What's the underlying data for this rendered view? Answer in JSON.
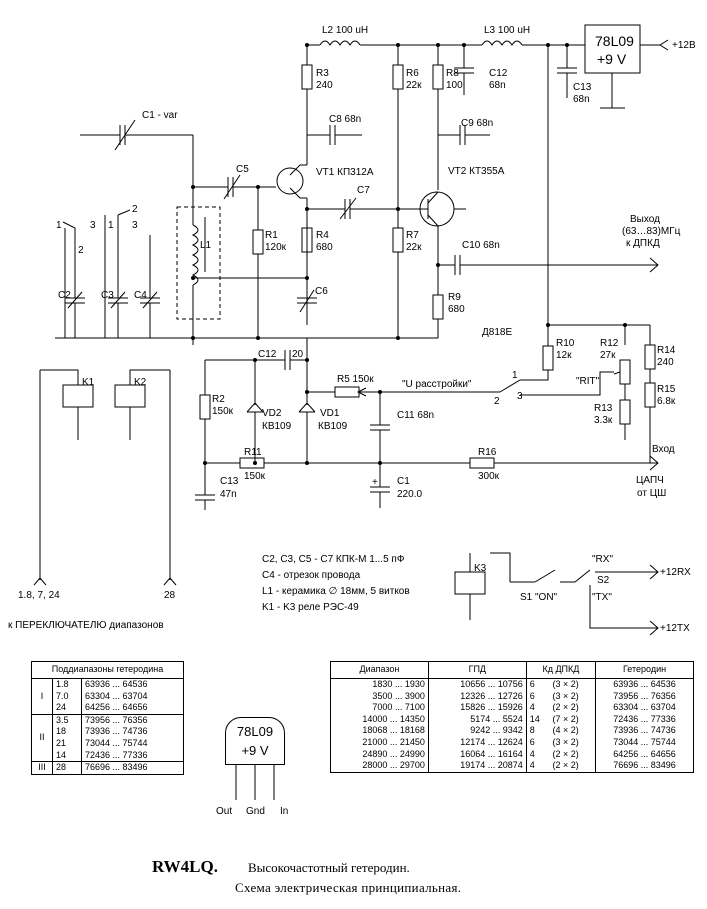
{
  "labels": {
    "L2": "L2  100 uH",
    "L3": "L3  100 uH",
    "reg_box_1": "78L09",
    "reg_box_2": "+9  V",
    "supply": "+12В",
    "R3": "R3",
    "R3v": "240",
    "R6": "R6",
    "R6v": "22к",
    "R8": "R8",
    "R8v": "100",
    "C12": "C12",
    "C12v": "68n",
    "C13": "C13",
    "C13v": "68n",
    "C1var": "C1 - var",
    "C8": "C8  68n",
    "C9": "C9  68n",
    "C5": "C5",
    "VT1": "VT1   КП312А",
    "VT2": "VT2   КТ355А",
    "C7": "C7",
    "R1": "R1",
    "R1v": "120к",
    "R4": "R4",
    "R4v": "680",
    "R7": "R7",
    "R7v": "22к",
    "L1": "L1",
    "C2": "C2",
    "C3": "C3",
    "C4": "C4",
    "C6": "C6",
    "sw1_1": "1",
    "sw1_2": "2",
    "sw1_3": "3",
    "sw2_1": "1",
    "sw2_2": "2",
    "sw2_3": "3",
    "out1": "Выход",
    "out2": "(63…83)МГц",
    "out3": "к ДПКД",
    "C10": "C10  68n",
    "R9": "R9",
    "R9v": "680",
    "D818": "Д818Е",
    "C12b": "C12",
    "C12bv": "20",
    "R2": "R2",
    "R2v": "150к",
    "VD2": "VD2",
    "VD2v": "КВ109",
    "VD1": "VD1",
    "VD1v": "КВ109",
    "R5": "R5  150к",
    "Urast": "\"U расстройки\"",
    "C11": "C11  68n",
    "R10": "R10",
    "R10v": "12к",
    "R12": "R12",
    "R12v": "27к",
    "RIT": "\"RIT\"",
    "R13": "R13",
    "R13v": "3.3к",
    "R14": "R14",
    "R14v": "240",
    "R15": "R15",
    "R15v": "6.8к",
    "K1": "K1",
    "K2": "K2",
    "K3": "K3",
    "R11": "R11",
    "R11v": "150к",
    "R16": "R16",
    "R16v": "300к",
    "C13b": "C13",
    "C13bv": "47n",
    "C1": "C1",
    "C1v": "220.0",
    "in1": "Вход",
    "in2": "ЦАПЧ",
    "in3": "от ЦШ",
    "pins_left": "1.8, 7, 24",
    "pins_right": "28",
    "switch_label": "к ПЕРЕКЛЮЧАТЕЛЮ  диапазонов",
    "S1": "S1  \"ON\"",
    "S2": "S2",
    "RX": "\"RX\"",
    "TX": "\"TX\"",
    "p12rx": "+12RX",
    "p12tx": "+12TX"
  },
  "notes": [
    "C2, C3, C5 - C7    КПК-М  1...5 пФ",
    "C4 - отрезок провода",
    "L1 - керамика  ∅  18мм,  5 витков",
    "K1 - K3    реле  РЭС-49"
  ],
  "table1": {
    "header": "Поддиапазоны  гетеродина",
    "groups": [
      {
        "group": "I",
        "rows": [
          [
            "1.8",
            "63936 ... 64536"
          ],
          [
            "7.0",
            "63304 ... 63704"
          ],
          [
            "24",
            "64256 ... 64656"
          ]
        ]
      },
      {
        "group": "II",
        "rows": [
          [
            "3.5",
            "73956 ... 76356"
          ],
          [
            "18",
            "73936 ... 74736"
          ],
          [
            "21",
            "73044 ... 75744"
          ],
          [
            "14",
            "72436 ... 77336"
          ]
        ]
      },
      {
        "group": "III",
        "rows": [
          [
            "28",
            "76696 ... 83496"
          ]
        ]
      }
    ]
  },
  "table2": {
    "headers": [
      "Диапазон",
      "ГПД",
      "Кд  ДПКД",
      "Гетеродин"
    ],
    "rows": [
      [
        "1830  ...  1930",
        "10656 ... 10756",
        "6",
        "(3 × 2)",
        "63936 ... 64536"
      ],
      [
        "3500  ...  3900",
        "12326 ... 12726",
        "6",
        "(3 × 2)",
        "73956 ... 76356"
      ],
      [
        "7000  ...  7100",
        "15826 ... 15926",
        "4",
        "(2 × 2)",
        "63304 ... 63704"
      ],
      [
        "14000 ... 14350",
        "5174 ...   5524",
        "14",
        "(7 × 2)",
        "72436 ... 77336"
      ],
      [
        "18068 ... 18168",
        "9242 ...   9342",
        "8",
        "(4 × 2)",
        "73936 ... 74736"
      ],
      [
        "21000 ... 21450",
        "12174 ... 12624",
        "6",
        "(3 × 2)",
        "73044 ... 75744"
      ],
      [
        "24890 ... 24990",
        "16064 ... 16164",
        "4",
        "(2 × 2)",
        "64256 ... 64656"
      ],
      [
        "28000 ... 29700",
        "19174 ... 20874",
        "4",
        "(2 × 2)",
        "76696 ... 83496"
      ]
    ]
  },
  "ic": {
    "line1": "78L09",
    "line2": "+9  V",
    "pins": [
      "Out",
      "Gnd",
      "In"
    ]
  },
  "footer": {
    "author": "RW4LQ.",
    "title": "Высокочастотный  гетеродин.",
    "subtitle": "Схема  электрическая  принципиальная."
  }
}
